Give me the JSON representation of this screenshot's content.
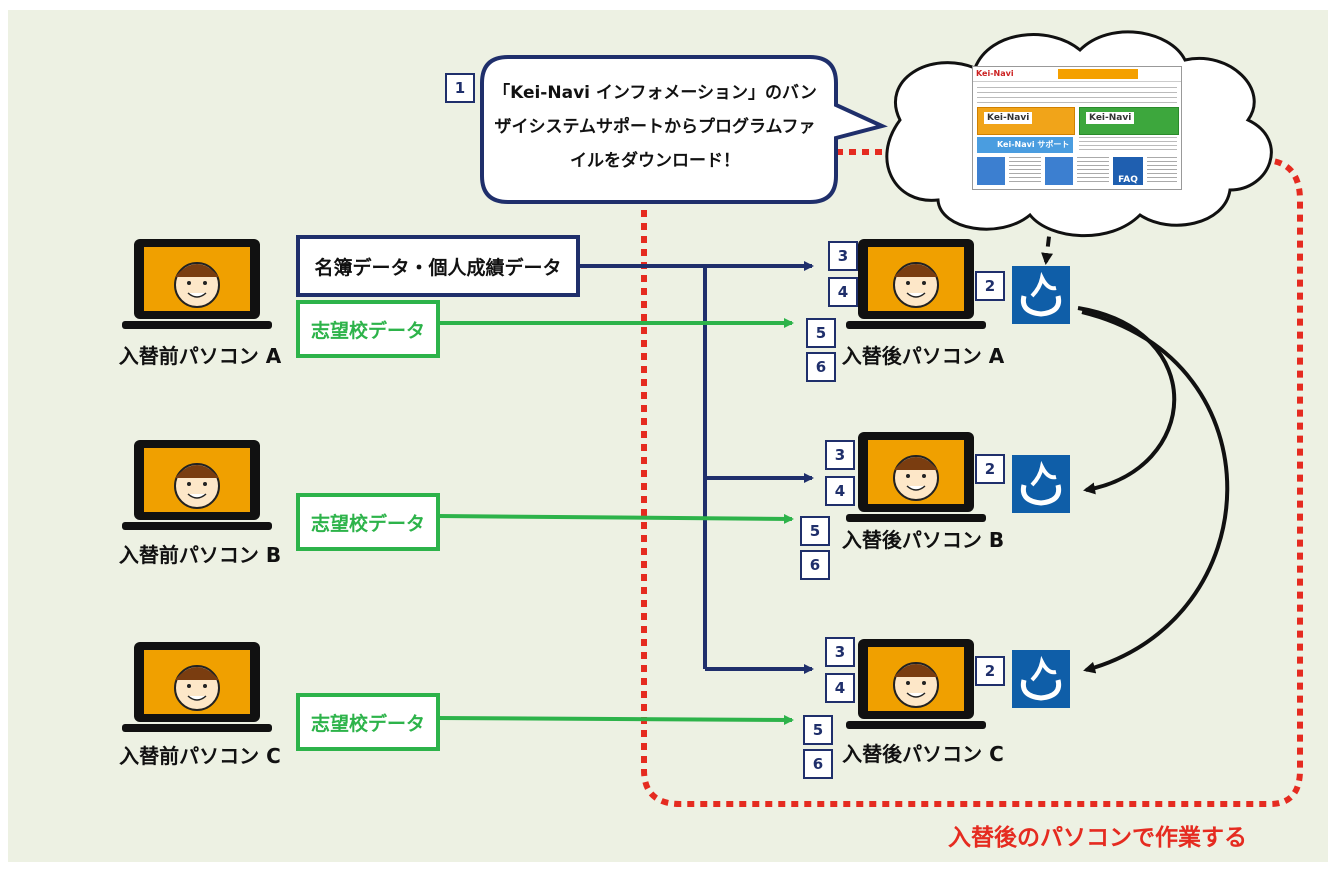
{
  "callout": {
    "step": "1",
    "text": "「Kei-Navi インフォメーション」のバンザイシステムサポートからプログラムファイルをダウンロード！"
  },
  "website": {
    "header": "Kei-Navi",
    "banner_left": "Kei-Navi",
    "banner_right": "Kei-Navi",
    "support_bar": "Kei-Navi サポート",
    "faq": "FAQ"
  },
  "data_boxes": {
    "roster": "名簿データ・個人成績データ",
    "preference": "志望校データ"
  },
  "old_pcs": [
    {
      "label": "入替前パソコン A"
    },
    {
      "label": "入替前パソコン B"
    },
    {
      "label": "入替前パソコン C"
    }
  ],
  "new_pcs": [
    {
      "label": "入替後パソコン A"
    },
    {
      "label": "入替後パソコン B"
    },
    {
      "label": "入替後パソコン C"
    }
  ],
  "steps": {
    "s2": "2",
    "s3": "3",
    "s4": "4",
    "s5": "5",
    "s6": "6"
  },
  "footer": "入替後のパソコンで作業する",
  "colors": {
    "navy": "#1f2f6b",
    "green": "#2db34a",
    "red_dotted": "#e52b20",
    "panel_bg": "#edf1e3",
    "app_icon": "#0f5ea8"
  }
}
